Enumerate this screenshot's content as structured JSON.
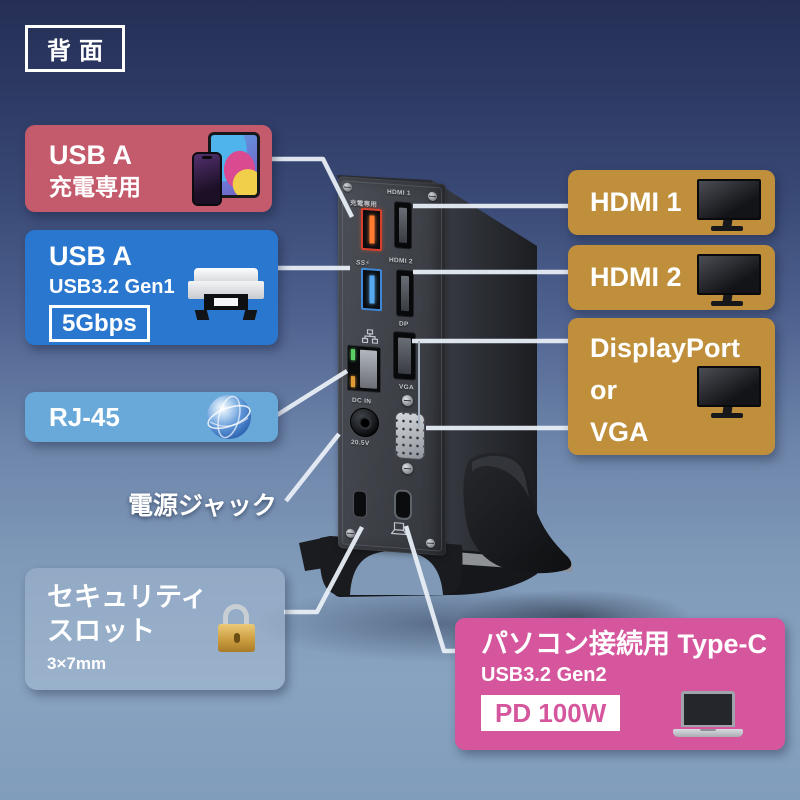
{
  "badge": {
    "text": "背面"
  },
  "colors": {
    "charge_label_bg": "#c45b6d",
    "gen1_label_bg": "#2a77cf",
    "rj45_label_bg": "#69a9d9",
    "hdmi_label_bg": "#c08f3c",
    "typec_label_bg": "#d5569c",
    "charge_port_accent": "#d8402e",
    "gen1_port_accent": "#3f87d8"
  },
  "callouts": {
    "usb_charge": {
      "title": "USB A",
      "subtitle": "充電専用"
    },
    "usb_gen1": {
      "title": "USB A",
      "subtitle": "USB3.2 Gen1",
      "speed": "5Gbps"
    },
    "rj45": {
      "title": "RJ-45"
    },
    "power_jack": {
      "title": "電源ジャック"
    },
    "security": {
      "line1": "セキュリティ",
      "line2": "スロット",
      "size": "3×7mm"
    },
    "hdmi1": {
      "title": "HDMI 1"
    },
    "hdmi2": {
      "title": "HDMI 2"
    },
    "dp_vga": {
      "line1": "DisplayPort",
      "line2": "or",
      "line3": "VGA"
    },
    "typec": {
      "title": "パソコン接続用 Type-C",
      "subtitle": "USB3.2 Gen2",
      "power": "PD 100W"
    }
  },
  "device_panel": {
    "charge_port_label": "充電専用",
    "ss_port_label": "SS⚡",
    "hdmi1_label": "HDMI 1",
    "hdmi2_label": "HDMI 2",
    "dp_label": "DP",
    "vga_label": "VGA",
    "dcin_label": "DC IN",
    "voltage_label": "20.5V"
  }
}
